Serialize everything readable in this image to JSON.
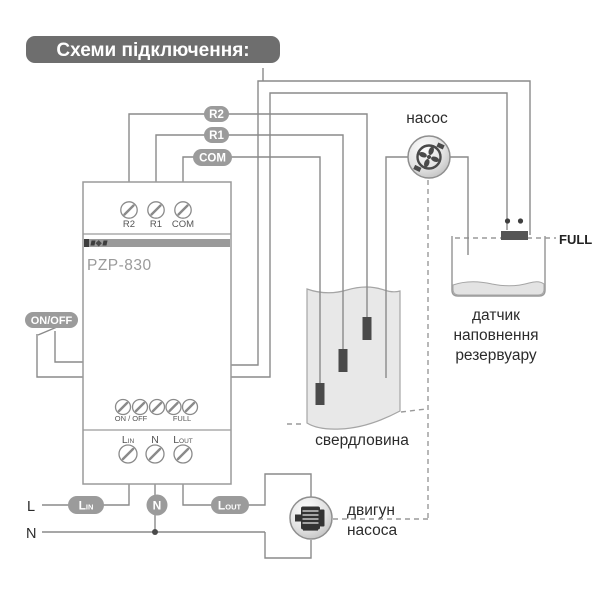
{
  "title": "Схеми підключення:",
  "colors": {
    "title_badge": "#6e6e6e",
    "wire_badge": "#9b9b9b",
    "wire": "#8a8a8a",
    "electrode": "#4a4a4a",
    "water": "#e8e8e8"
  },
  "device": {
    "model": "PZP-830",
    "top_terminals": [
      "R2",
      "R1",
      "COM"
    ],
    "aux_terminal_groups": {
      "on_off": "ON / OFF",
      "full": "FULL"
    },
    "io_terminals": [
      {
        "main": "L",
        "sub": "IN"
      },
      {
        "main": "N",
        "sub": ""
      },
      {
        "main": "L",
        "sub": "OUT"
      }
    ]
  },
  "wire_badges": {
    "r2": "R2",
    "r1": "R1",
    "com": "COM",
    "on_off": "ON/OFF",
    "lin": {
      "main": "L",
      "sub": "IN"
    },
    "n": "N",
    "lout": {
      "main": "L",
      "sub": "OUT"
    }
  },
  "supply": {
    "line": "L",
    "neutral": "N"
  },
  "labels": {
    "pump": "насос",
    "well": "свердловина",
    "full_level": "FULL",
    "tank_sensor_line1": "датчик",
    "tank_sensor_line2": "наповнення",
    "tank_sensor_line3": "резервуару",
    "motor_line1": "двигун",
    "motor_line2": "насоса"
  }
}
